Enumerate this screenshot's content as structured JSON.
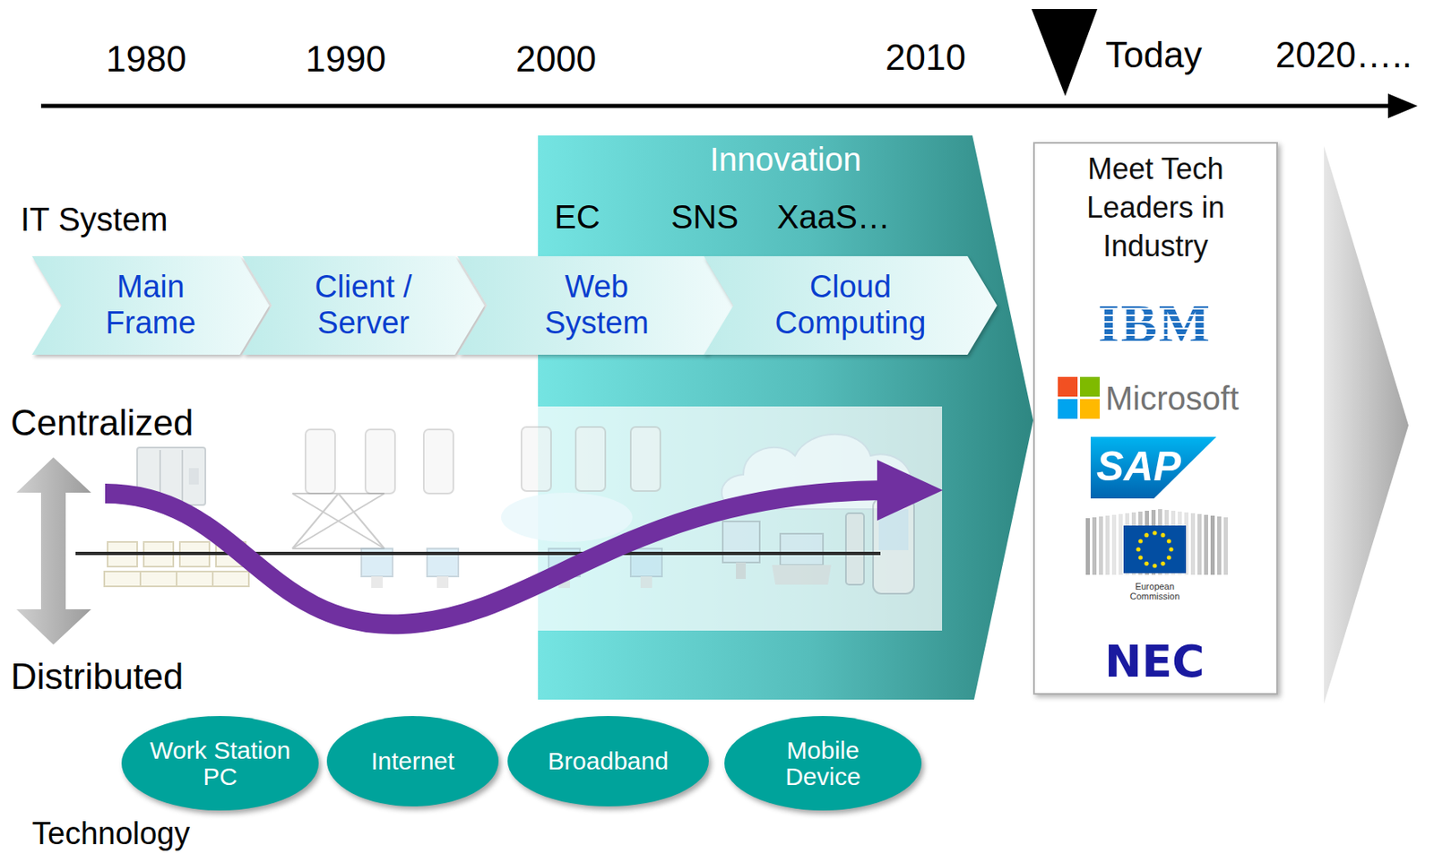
{
  "diagram": {
    "nodes": [
      {
        "text": [
          "Innovation"
        ]
      },
      {
        "text": [
          "Main Frame"
        ]
      },
      {
        "text": [
          "Client / Server"
        ]
      },
      {
        "text": [
          "Web System"
        ]
      },
      {
        "text": [
          "Cloud Computing"
        ]
      },
      {
        "text": [
          "Meet Tech Leaders in Industry"
        ]
      },
      {
        "text": [
          "Work Station PC"
        ]
      },
      {
        "text": [
          "Internet"
        ]
      },
      {
        "text": [
          "Broadband"
        ]
      },
      {
        "text": [
          "Mobile Device"
        ]
      }
    ],
    "labels": [
      "1980",
      "1990",
      "2000",
      "2010",
      "Today",
      "2020…..",
      "IT System",
      "EC",
      "SNS",
      "XaaS…",
      "Centralized",
      "Distributed",
      "IBM",
      "Microsoft",
      "SAP",
      "European Commission",
      "NEC",
      "Technology"
    ]
  }
}
